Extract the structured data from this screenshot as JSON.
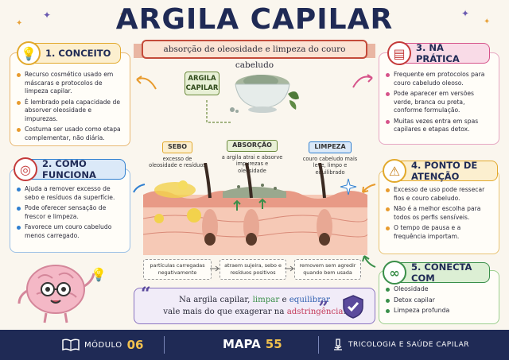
{
  "header": {
    "title": "ARGILA CAPILAR",
    "subtitle": "absorção de oleosidade e limpeza do couro cabeludo"
  },
  "cards": {
    "conceito": {
      "heading": "1. CONCEITO",
      "items": [
        "Recurso cosmético usado em máscaras e protocolos de limpeza capilar.",
        "É lembrado pela capacidade de absorver oleosidade e impurezas.",
        "Costuma ser usado como etapa complementar, não diária."
      ]
    },
    "como_funciona": {
      "heading": "2. COMO FUNCIONA",
      "items": [
        "Ajuda a remover excesso de sebo e resíduos da superfície.",
        "Pode oferecer sensação de frescor e limpeza.",
        "Favorece um couro cabeludo menos carregado."
      ]
    },
    "na_pratica": {
      "heading": "3. NA PRÁTICA",
      "items": [
        "Frequente em protocolos para couro cabeludo oleoso.",
        "Pode aparecer em versões verde, branca ou preta, conforme formulação.",
        "Muitas vezes entra em spas capilares e etapas detox."
      ]
    },
    "ponto_atencao": {
      "heading": "4. PONTO DE ATENÇÃO",
      "items": [
        "Excesso de uso pode ressecar fios e couro cabeludo.",
        "Não é a melhor escolha para todos os perfis sensíveis.",
        "O tempo de pausa e a frequência importam."
      ]
    },
    "conecta_com": {
      "heading": "5. CONECTA COM",
      "items": [
        "Oleosidade",
        "Detox capilar",
        "Limpeza profunda"
      ]
    }
  },
  "illustration": {
    "bowl_label": "ARGILA CAPILAR",
    "sebo": {
      "title": "SEBO",
      "text": "excesso de oleosidade e resíduos"
    },
    "absorcao": {
      "title": "ABSORÇÃO",
      "text": "a argila atrai e absorve impurezas e oleosidade"
    },
    "limpeza": {
      "title": "LIMPEZA",
      "text": "couro cabeludo mais leve, limpo e equilibrado"
    },
    "footnotes": [
      "partículas carregadas negativamente",
      "atraem sujeira, sebo e resíduos positivos",
      "removem sem agredir quando bem usada"
    ]
  },
  "quote": {
    "part1": "Na argila capilar, ",
    "w1": "limpar",
    "part2": " e ",
    "w2": "equilibrar",
    "part3": "vale mais do que exagerar na ",
    "w3": "adstringência",
    "part4": "."
  },
  "footer": {
    "modulo_label": "MÓDULO",
    "modulo_num": "06",
    "mapa_label": "MAPA",
    "mapa_num": "55",
    "topic": "TRICOLOGIA E SAÚDE CAPILAR"
  },
  "colors": {
    "navy": "#1f2a55",
    "orange": "#e89b2e",
    "blue": "#2f7fd0",
    "pink": "#d6538a",
    "gold": "#e2a92c",
    "green": "#3a8f4a"
  },
  "icons": [
    "lightbulb-icon",
    "target-icon",
    "clipboard-icon",
    "warning-icon",
    "link-icon",
    "shield-check-icon",
    "book-icon",
    "brain-mascot",
    "microscope-icon"
  ]
}
